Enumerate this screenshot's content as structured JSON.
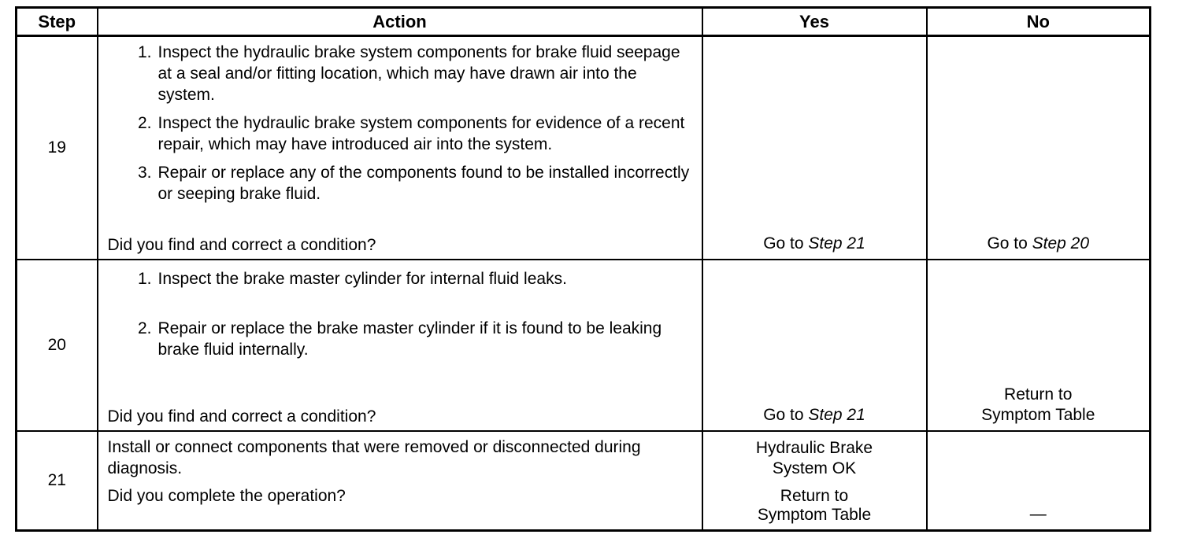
{
  "headers": {
    "step": "Step",
    "action": "Action",
    "yes": "Yes",
    "no": "No"
  },
  "rows": [
    {
      "step": "19",
      "actions": [
        {
          "num": "1.",
          "text": "Inspect the hydraulic brake system components for brake fluid seepage at a seal and/or fitting location, which may have drawn air into the system."
        },
        {
          "num": "2.",
          "text": "Inspect the hydraulic brake system components for evidence of a recent repair, which may have introduced air into the system."
        },
        {
          "num": "3.",
          "text": "Repair or replace any of the components found to be installed incorrectly or seeping brake fluid."
        }
      ],
      "question": "Did you find and correct a condition?",
      "yes": {
        "prefix": "Go to ",
        "ref": "Step 21"
      },
      "no": {
        "prefix": "Go to ",
        "ref": "Step 20"
      }
    },
    {
      "step": "20",
      "actions": [
        {
          "num": "1.",
          "text": "Inspect the brake master cylinder for internal fluid leaks."
        },
        {
          "num": "2.",
          "text": "Repair or replace the brake master cylinder if it is found to be leaking brake fluid internally."
        }
      ],
      "question": "Did you find and correct a condition?",
      "yes": {
        "prefix": "Go to ",
        "ref": "Step 21"
      },
      "no": {
        "line1": "Return to",
        "line2": "Symptom Table"
      }
    },
    {
      "step": "21",
      "action_text": "Install or connect components that were removed or disconnected during diagnosis.",
      "question": "Did you complete the operation?",
      "yes": {
        "line1": "Hydraulic Brake",
        "line2": "System OK",
        "line3": "Return to",
        "line4": "Symptom Table"
      },
      "no": "—"
    }
  ]
}
